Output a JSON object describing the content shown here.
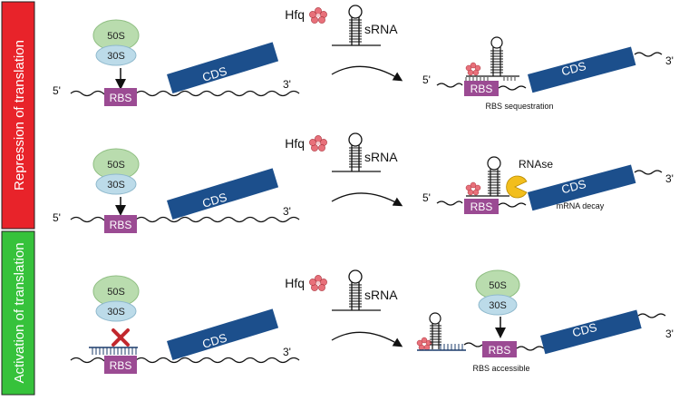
{
  "sidebar": {
    "repression_label": "Repression of translation",
    "activation_label": "Activation of translation",
    "repression_color": "#e8232a",
    "activation_color": "#36c23b"
  },
  "labels": {
    "five_prime": "5'",
    "three_prime": "3'",
    "rbs": "RBS",
    "cds": "CDS",
    "ribosome_large": "50S",
    "ribosome_small": "30S",
    "hfq": "Hfq",
    "srna": "sRNA",
    "rnase": "RNAse"
  },
  "rows": [
    {
      "caption": "RBS sequestration"
    },
    {
      "caption": "mRNA decay"
    },
    {
      "caption": "RBS accessible"
    }
  ],
  "colors": {
    "rbs": "#9b4b93",
    "cds": "#1c4f8c",
    "ribosome_large": "#b9dcae",
    "ribosome_small": "#bcdbe9",
    "hfq": "#e8707a",
    "rnase": "#f2be1c",
    "block_x": "#c1272d"
  }
}
